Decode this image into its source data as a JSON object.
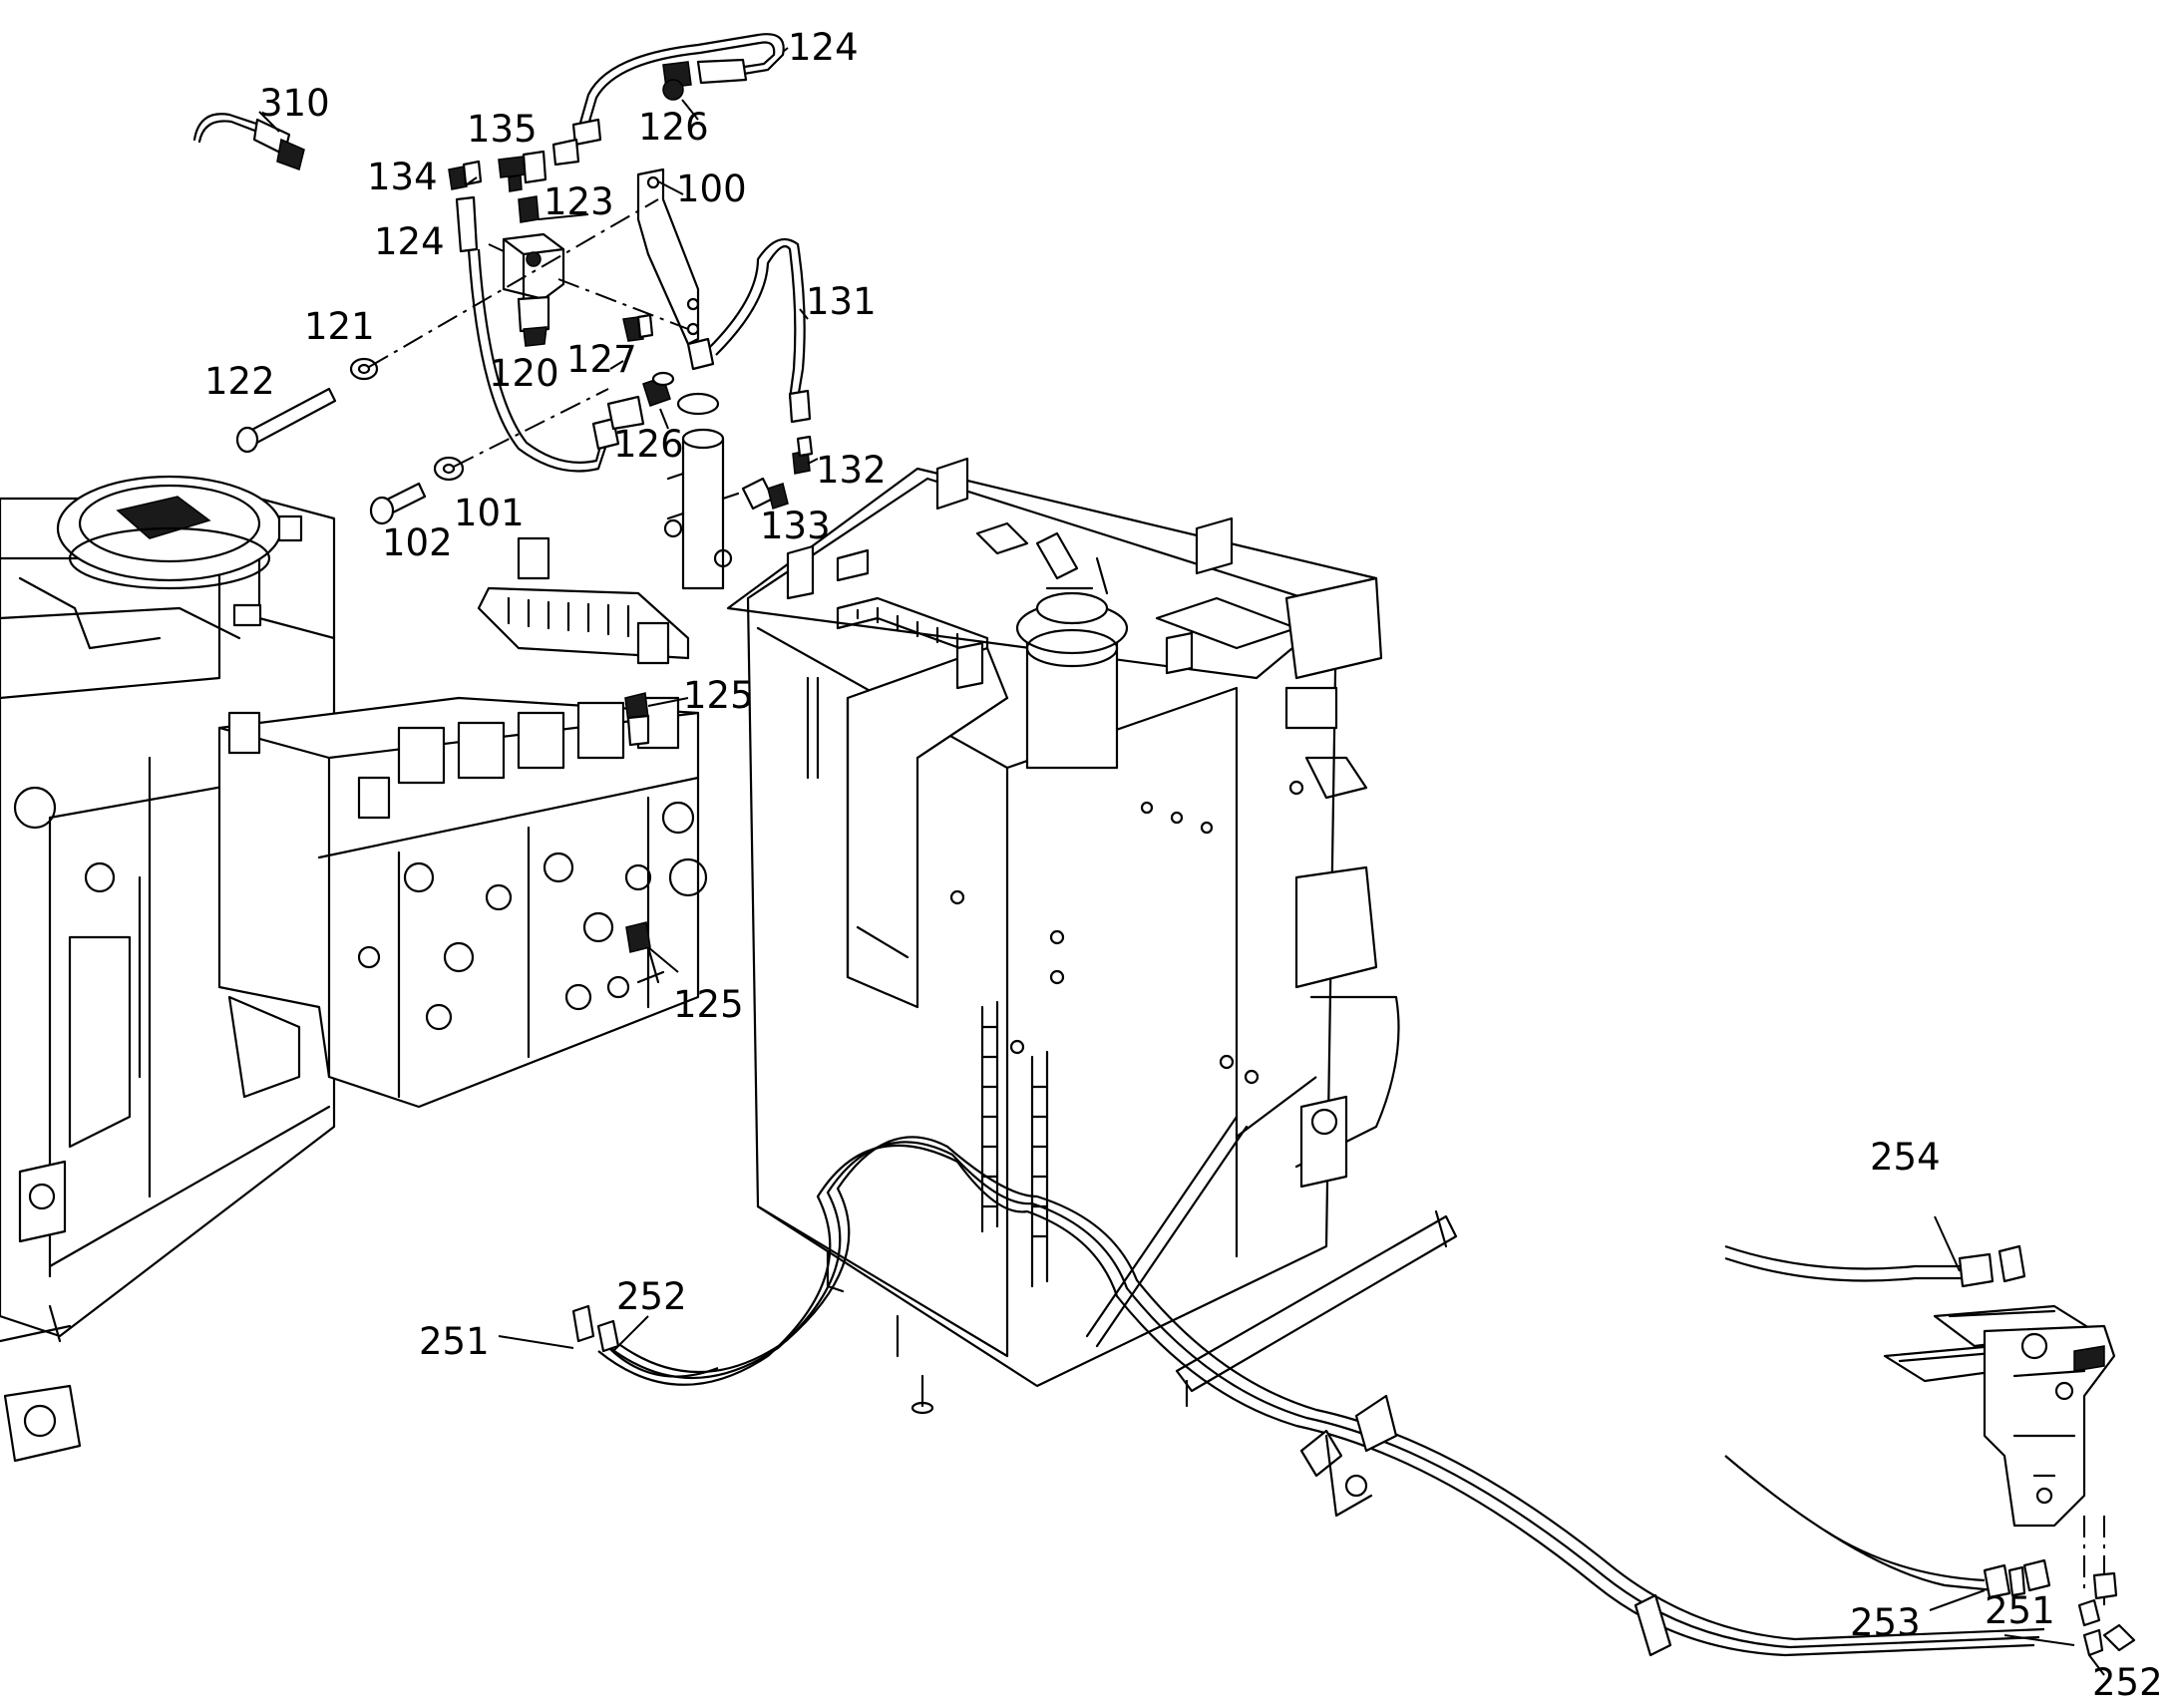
{
  "callouts": {
    "c310": "310",
    "c124_top": "124",
    "c135": "135",
    "c126_top": "126",
    "c134": "134",
    "c123": "123",
    "c100": "100",
    "c124_left": "124",
    "c131": "131",
    "c121": "121",
    "c122": "122",
    "c120": "120",
    "c127": "127",
    "c126_mid": "126",
    "c132": "132",
    "c101": "101",
    "c102": "102",
    "c133": "133",
    "c125_top": "125",
    "c125_bottom": "125",
    "c254": "254",
    "c252_left": "252",
    "c251_left": "251",
    "c253": "253",
    "c251_right": "251",
    "c252_right": "252"
  }
}
